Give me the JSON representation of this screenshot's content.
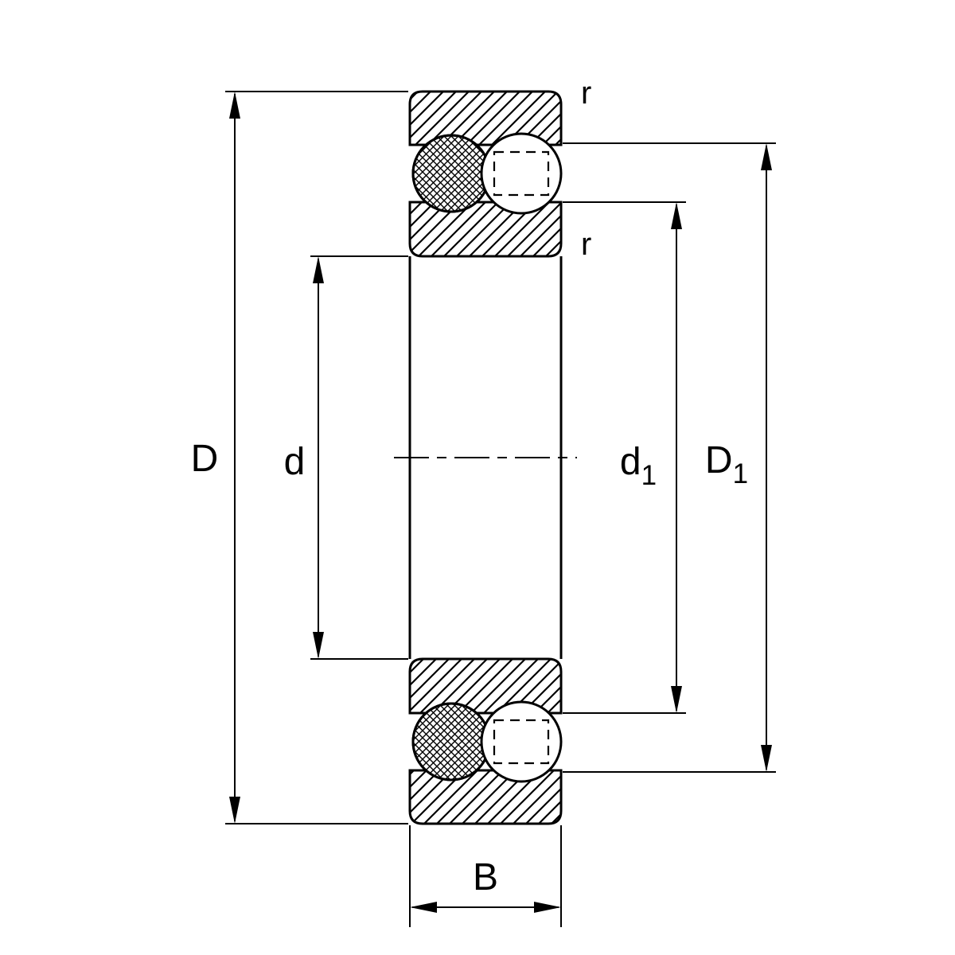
{
  "diagram": {
    "line_color": "#000000",
    "background_color": "#ffffff",
    "labels": {
      "outer_diameter": "D",
      "bore_diameter": "d",
      "inner_shoulder": {
        "main": "d",
        "sub": "1"
      },
      "outer_shoulder": {
        "main": "D",
        "sub": "1"
      },
      "width": "B",
      "radius_top": "r",
      "radius_inner": "r"
    }
  }
}
